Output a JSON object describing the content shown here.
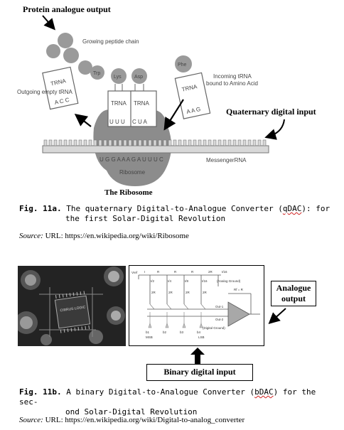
{
  "fig_a": {
    "callout_protein": "Protein analogue output",
    "callout_quaternary": "Quaternary digital input",
    "ribosome_caption": "The Ribosome",
    "diagram": {
      "growing_chain": "Growing peptide chain",
      "outgoing_trna": "Outgoing empty tRNA",
      "incoming_trna": "Incoming tRNA bound to Amino Acid",
      "trna": "TRNA",
      "acc": "A C C",
      "uuu": "U U U",
      "cua": "C U A",
      "aag": "A A G",
      "trp": "Trp",
      "lys": "Lys",
      "asp": "Asp",
      "phe": "Phe",
      "mrna_seq": "U G G A A A G A U U U C",
      "ribosome": "Ribosome",
      "mrna": "MessengerRNA"
    },
    "fig_label": "Fig. 11a.",
    "fig_text_1": " The quaternary Digital-to-Analogue Converter (",
    "fig_abbr": "qDAC",
    "fig_text_2": "): for",
    "fig_text_line2": "the first Solar-Digital Revolution",
    "source_label": "Source:",
    "source_text": " URL: https://en.wikipedia.org/wiki/Ribosome"
  },
  "fig_b": {
    "analogue_output": "Analogue output",
    "binary_input": "Binary digital input",
    "circuit": {
      "vref": "Vref",
      "i": "I",
      "r": "R",
      "2r": "2R",
      "i16": "I/16",
      "i2": "I/2",
      "i4": "I/4",
      "i8": "I/8",
      "analog_ground": "(Analog Ground)",
      "digital_ground": "(Digital Ground)",
      "rf": "Rf = R",
      "out1": "Out-1",
      "out2": "Out-2",
      "b1": "b1",
      "b2": "b2",
      "b3": "b3",
      "b4": "b4",
      "msb": "MSB",
      "lsb": "LSB"
    },
    "chip_text": "CIRRUS LOGIC",
    "fig_label": "Fig. 11b.",
    "fig_text_1": " A binary Digital-to-Analogue Converter (",
    "fig_abbr": "bDAC",
    "fig_text_2": ") for the sec-",
    "fig_text_line2": "ond Solar-Digital Revolution",
    "source_label": "Source:",
    "source_text": " URL: https://en.wikipedia.org/wiki/Digital-to-analog_converter"
  }
}
